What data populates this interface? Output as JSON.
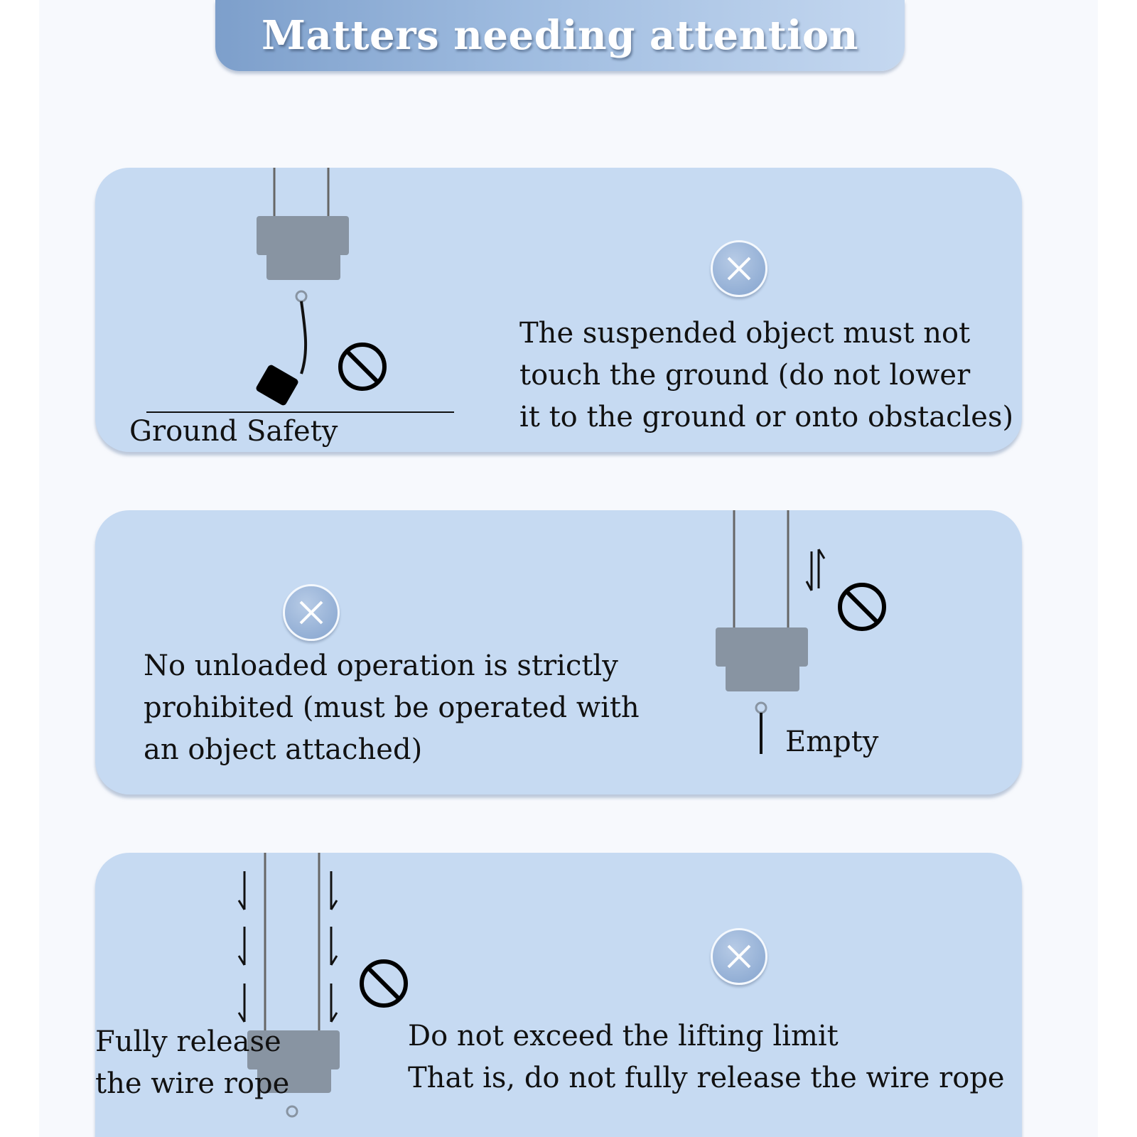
{
  "header": {
    "title": "Matters needing attention"
  },
  "panels": [
    {
      "caption": "Ground Safety",
      "description_lines": [
        "The suspended object must not",
        "touch the ground (do not lower",
        "it to the ground or onto obstacles)"
      ],
      "icons": [
        "no-entry-icon",
        "x-mark-icon"
      ]
    },
    {
      "caption": "Empty",
      "description_lines": [
        "No unloaded operation is strictly",
        "prohibited (must be operated with",
        "an object attached)"
      ],
      "icons": [
        "up-down-arrows-icon",
        "no-entry-icon",
        "x-mark-icon"
      ]
    },
    {
      "caption_lines": [
        "Fully release",
        "the wire rope"
      ],
      "description_lines": [
        "Do not exceed the lifting limit",
        "That is, do not fully release the wire rope"
      ],
      "icons": [
        "down-arrows-icon",
        "no-entry-icon",
        "x-mark-icon"
      ]
    }
  ],
  "colors": {
    "panel": "#c6daf2",
    "hoist": "#8894a2",
    "banner_start": "#7d9fcb",
    "banner_end": "#c5d8f0"
  }
}
